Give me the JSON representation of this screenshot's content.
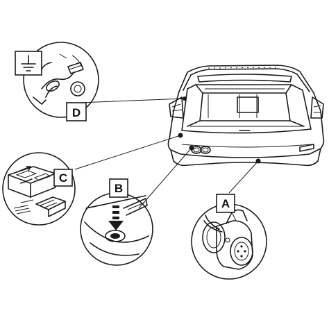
{
  "callouts": [
    {
      "id": "A",
      "label": "A"
    },
    {
      "id": "B",
      "label": "B"
    },
    {
      "id": "C",
      "label": "C"
    },
    {
      "id": "D",
      "label": "D"
    }
  ],
  "icons": {
    "ground": "ground-symbol-icon"
  },
  "colors": {
    "line": "#1a1a1a",
    "background": "#ffffff",
    "shade": "#d9d9d9"
  }
}
